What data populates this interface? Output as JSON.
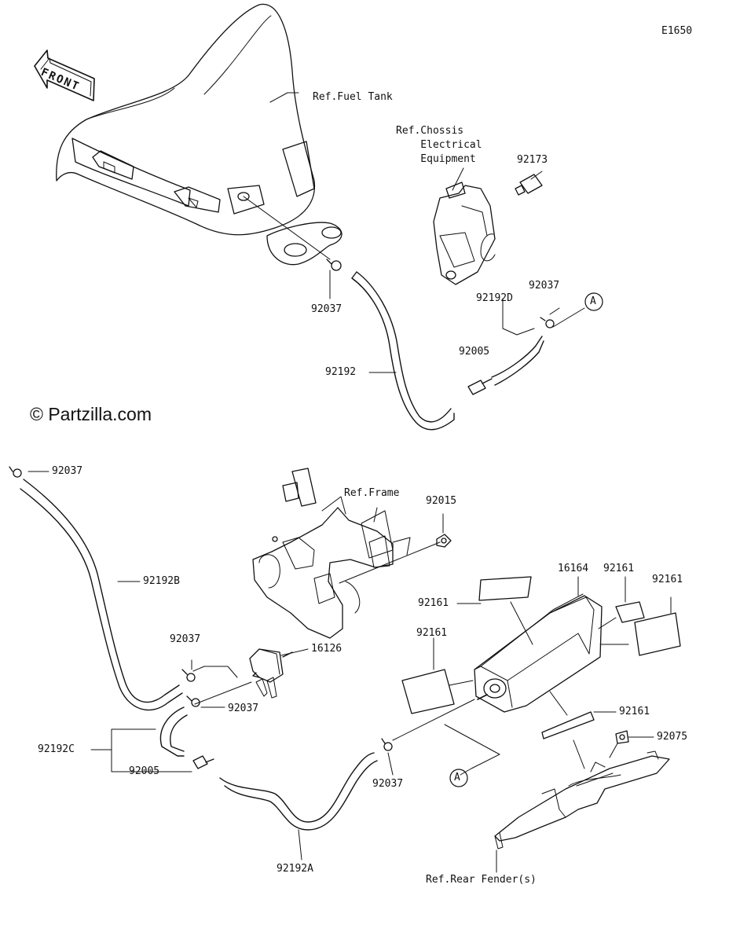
{
  "diagram": {
    "code": "E1650",
    "copyright": "© Partzilla.com",
    "front_label": "FRONT",
    "callout_a": "A",
    "refs": {
      "fuel_tank": "Ref.Fuel Tank",
      "chassis": "Ref.Chossis\n    Electrical\n    Equipment",
      "frame": "Ref.Frame",
      "rear_fender": "Ref.Rear Fender(s)"
    },
    "parts": {
      "p92173": "92173",
      "p92037_tank": "92037",
      "p92192D": "92192D",
      "p92037_a": "92037",
      "p92005_top": "92005",
      "p92192": "92192",
      "p92037_left": "92037",
      "p92192B": "92192B",
      "p92015": "92015",
      "p92037_mid": "92037",
      "p16126": "16126",
      "p92037_mid2": "92037",
      "p92192C": "92192C",
      "p92005_bottom": "92005",
      "p92192A": "92192A",
      "p92037_bottom": "92037",
      "p92161_a": "92161",
      "p16164": "16164",
      "p92161_b": "92161",
      "p92161_c": "92161",
      "p92161_d": "92161",
      "p92161_e": "92161",
      "p92075": "92075"
    }
  }
}
